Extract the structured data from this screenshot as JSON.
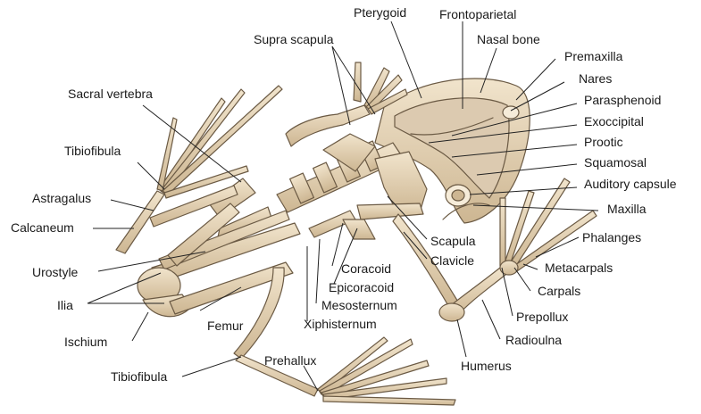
{
  "labels": {
    "pterygoid": "Pterygoid",
    "frontoparietal": "Frontoparietal",
    "supra_scapula": "Supra scapula",
    "nasal_bone": "Nasal bone",
    "premaxilla": "Premaxilla",
    "nares": "Nares",
    "sacral_vertebra": "Sacral vertebra",
    "parasphenoid": "Parasphenoid",
    "exoccipital": "Exoccipital",
    "prootic": "Prootic",
    "tibiofibula_upper": "Tibiofibula",
    "squamosal": "Squamosal",
    "auditory_capsule": "Auditory capsule",
    "astragalus": "Astragalus",
    "calcaneum": "Calcaneum",
    "maxilla": "Maxilla",
    "phalanges": "Phalanges",
    "scapula": "Scapula",
    "clavicle": "Clavicle",
    "metacarpals": "Metacarpals",
    "urostyle": "Urostyle",
    "coracoid": "Coracoid",
    "epicoracoid": "Epicoracoid",
    "carpals": "Carpals",
    "ilia": "Ilia",
    "mesosternum": "Mesosternum",
    "prepollux": "Prepollux",
    "femur": "Femur",
    "xiphisternum": "Xiphisternum",
    "ischium": "Ischium",
    "radioulna": "Radioulna",
    "prehallux": "Prehallux",
    "humerus": "Humerus",
    "tibiofibula_lower": "Tibiofibula"
  },
  "colors": {
    "bone": "#e8d8bd",
    "bone_shade": "#c8b08c",
    "outline": "#6b5a44",
    "leader": "#222222"
  }
}
